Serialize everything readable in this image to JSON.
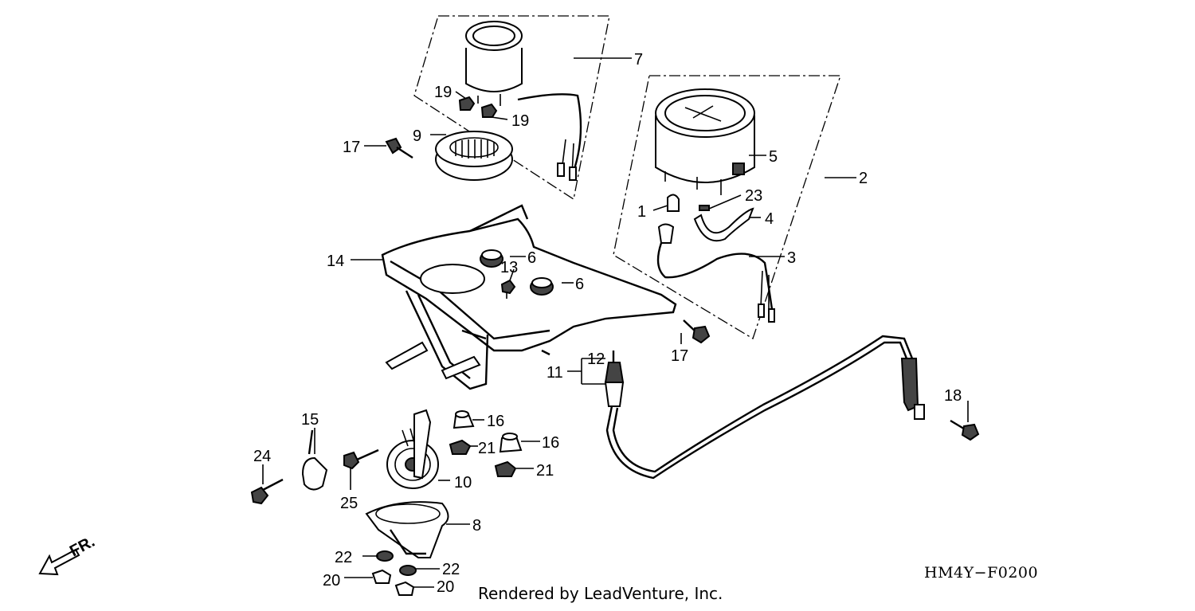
{
  "callouts": [
    {
      "id": "c1",
      "text": "1"
    },
    {
      "id": "c2",
      "text": "2"
    },
    {
      "id": "c3",
      "text": "3"
    },
    {
      "id": "c4",
      "text": "4"
    },
    {
      "id": "c5",
      "text": "5"
    },
    {
      "id": "c6a",
      "text": "6"
    },
    {
      "id": "c6b",
      "text": "6"
    },
    {
      "id": "c7",
      "text": "7"
    },
    {
      "id": "c8",
      "text": "8"
    },
    {
      "id": "c9",
      "text": "9"
    },
    {
      "id": "c10",
      "text": "10"
    },
    {
      "id": "c11",
      "text": "11"
    },
    {
      "id": "c12",
      "text": "12"
    },
    {
      "id": "c13",
      "text": "13"
    },
    {
      "id": "c14",
      "text": "14"
    },
    {
      "id": "c15",
      "text": "15"
    },
    {
      "id": "c16a",
      "text": "16"
    },
    {
      "id": "c16b",
      "text": "16"
    },
    {
      "id": "c17a",
      "text": "17"
    },
    {
      "id": "c17b",
      "text": "17"
    },
    {
      "id": "c18",
      "text": "18"
    },
    {
      "id": "c19a",
      "text": "19"
    },
    {
      "id": "c19b",
      "text": "19"
    },
    {
      "id": "c20a",
      "text": "20"
    },
    {
      "id": "c20b",
      "text": "20"
    },
    {
      "id": "c21a",
      "text": "21"
    },
    {
      "id": "c21b",
      "text": "21"
    },
    {
      "id": "c22a",
      "text": "22"
    },
    {
      "id": "c22b",
      "text": "22"
    },
    {
      "id": "c23",
      "text": "23"
    },
    {
      "id": "c24",
      "text": "24"
    },
    {
      "id": "c25",
      "text": "25"
    }
  ],
  "direction_label": "FR.",
  "diagram_code": "HM4Y−F0200",
  "credit": "Rendered by LeadVenture, Inc."
}
